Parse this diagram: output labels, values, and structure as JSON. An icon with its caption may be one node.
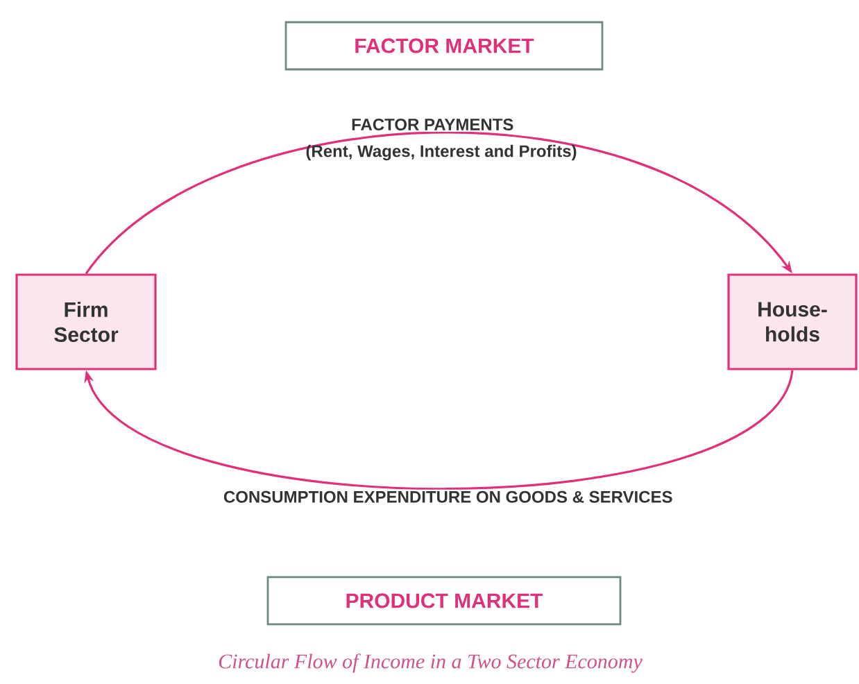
{
  "diagram": {
    "caption": "Circular Flow of Income in a Two Sector Economy",
    "nodes": [
      {
        "text": [
          "Firm Sector"
        ]
      },
      {
        "text": [
          "House- holds"
        ]
      },
      {
        "text": [
          "FACTOR MARKET"
        ]
      },
      {
        "text": [
          "PRODUCT MARKET"
        ]
      }
    ],
    "edges": [
      {
        "from": 0,
        "to": 1,
        "arrow": "to",
        "label": "FACTOR PAYMENTS"
      },
      {
        "from": 1,
        "to": 0,
        "arrow": "to",
        "label": "CONSUMPTION EXPENDITURE ON GOODS & SERVICES"
      }
    ],
    "labels": [
      "(Rent, Wages, Interest and Profits)"
    ]
  }
}
